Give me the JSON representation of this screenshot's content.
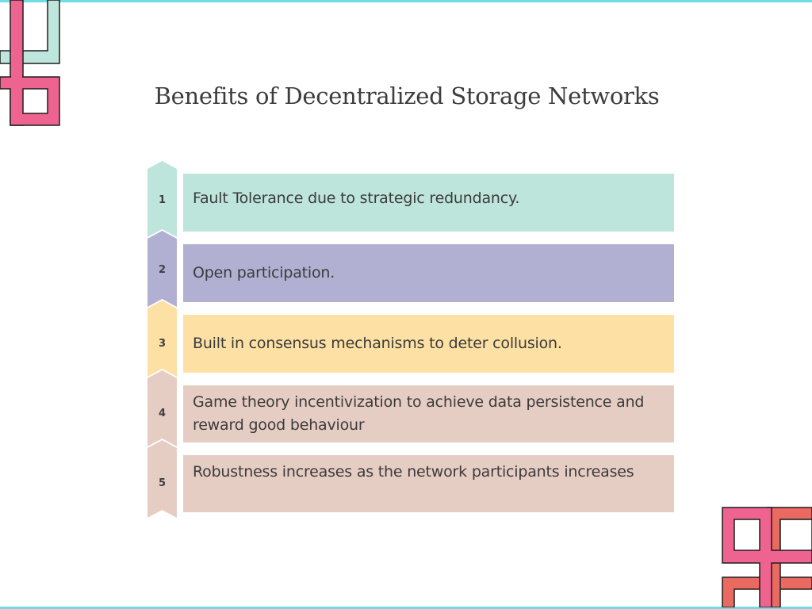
{
  "slide": {
    "title": "Benefits of Decentralized Storage Networks",
    "colors": {
      "border": "#6fdde3",
      "teal": "#bde5db",
      "lavender": "#b2b0d2",
      "yellow": "#fde0a4",
      "rose": "#e6cdc4",
      "deco_pink": "#ef6390",
      "deco_coral": "#ea6960",
      "deco_mint": "#bfe6dc"
    },
    "items": [
      {
        "number": "1",
        "text": "Fault Tolerance due to strategic redundancy."
      },
      {
        "number": "2",
        "text": "Open participation."
      },
      {
        "number": "3",
        "text": "Built in consensus mechanisms to deter collusion."
      },
      {
        "number": "4",
        "text": "Game theory incentivization to achieve data persistence and reward good behaviour"
      },
      {
        "number": "5",
        "text": "Robustness increases as the network participants increases"
      }
    ]
  }
}
